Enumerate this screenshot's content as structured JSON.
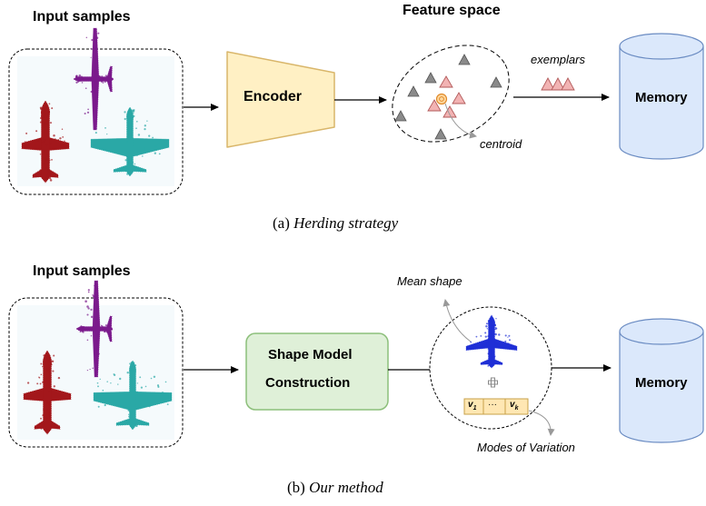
{
  "panel_a": {
    "input_label": "Input samples",
    "feature_space_label": "Feature space",
    "encoder_label": "Encoder",
    "exemplars_label": "exemplars",
    "centroid_label": "centroid",
    "memory_label": "Memory",
    "caption_prefix": "(a) ",
    "caption_text": "Herding strategy"
  },
  "panel_b": {
    "input_label": "Input samples",
    "box_line1": "Shape Model",
    "box_line2": "Construction",
    "mean_shape_label": "Mean shape",
    "modes_label": "Modes of Variation",
    "v1_label": "v",
    "v1_sub": "1",
    "ellipsis_label": "···",
    "vk_label": "v",
    "vk_sub": "k",
    "memory_label": "Memory",
    "caption_prefix": "(b) ",
    "caption_text": "Our method"
  },
  "colors": {
    "purple_plane": "#7b1a8c",
    "red_plane": "#a3171b",
    "teal_plane": "#2aa8a6",
    "blue_plane": "#1f2fd6",
    "encoder_fill": "#fff0c4",
    "encoder_stroke": "#d9b66a",
    "shape_model_fill": "#dff0d8",
    "shape_model_stroke": "#8cbf7a",
    "memory_fill": "#dbe8fb",
    "memory_stroke": "#6a8bc2",
    "triangle_pink": "#f2b3b3",
    "triangle_gray": "#8a8a8a",
    "modes_fill": "#ffe7b3"
  }
}
